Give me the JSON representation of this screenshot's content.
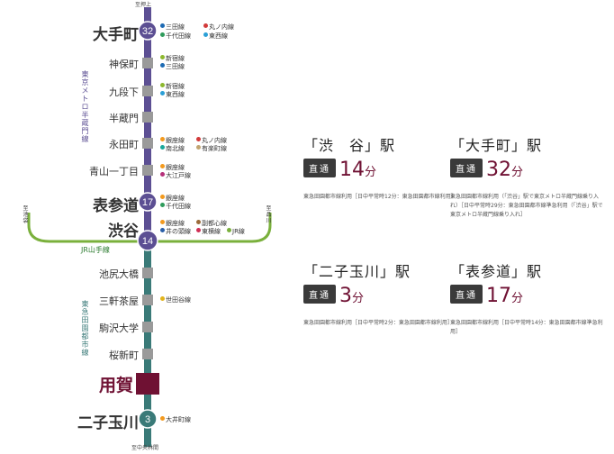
{
  "colors": {
    "hanzomon": "#5c4f93",
    "denentoshi": "#3a7a78",
    "jr_yamanote": "#7ab03c",
    "station_box": "#9a9a9a",
    "yoga": "#6f1133"
  },
  "direction": {
    "top": "至押上",
    "bottom": "至中央林間",
    "left": "至池袋",
    "right": "至品川"
  },
  "line_labels": {
    "hanzomon": "東京メトロ半蔵門線",
    "denentoshi": "東急田園都市線",
    "yamanote": "JR山手線"
  },
  "stations": [
    {
      "name": "大手町",
      "number": "32",
      "transfers": [
        {
          "name": "三田線",
          "color": "#1d6ab3"
        },
        {
          "name": "丸ノ内線",
          "color": "#d23a3a"
        },
        {
          "name": "千代田線",
          "color": "#2e9b5b"
        },
        {
          "name": "東西線",
          "color": "#2a9fd6"
        }
      ]
    },
    {
      "name": "神保町",
      "transfers": [
        {
          "name": "新宿線",
          "color": "#8db82e"
        },
        {
          "name": "三田線",
          "color": "#1d6ab3"
        }
      ]
    },
    {
      "name": "九段下",
      "transfers": [
        {
          "name": "新宿線",
          "color": "#8db82e"
        },
        {
          "name": "東西線",
          "color": "#2a9fd6"
        }
      ]
    },
    {
      "name": "半蔵門",
      "transfers": []
    },
    {
      "name": "永田町",
      "transfers": [
        {
          "name": "銀座線",
          "color": "#f39a1e"
        },
        {
          "name": "丸ノ内線",
          "color": "#d23a3a"
        },
        {
          "name": "南北線",
          "color": "#1aa79a"
        },
        {
          "name": "有楽町線",
          "color": "#c1a470"
        }
      ]
    },
    {
      "name": "青山一丁目",
      "transfers": [
        {
          "name": "銀座線",
          "color": "#f39a1e"
        },
        {
          "name": "大江戸線",
          "color": "#b6307a"
        }
      ]
    },
    {
      "name": "表参道",
      "number": "17",
      "transfers": [
        {
          "name": "銀座線",
          "color": "#f39a1e"
        },
        {
          "name": "千代田線",
          "color": "#2e9b5b"
        }
      ]
    },
    {
      "name": "渋谷",
      "number": "14",
      "transfers": [
        {
          "name": "銀座線",
          "color": "#f39a1e"
        },
        {
          "name": "副都心線",
          "color": "#9b6b3a"
        },
        {
          "name": "井の頭線",
          "color": "#2a5fa8"
        },
        {
          "name": "東横線",
          "color": "#d02f55"
        },
        {
          "name": "JR線",
          "color": "#7ab03c"
        }
      ]
    },
    {
      "name": "池尻大橋",
      "transfers": []
    },
    {
      "name": "三軒茶屋",
      "transfers": [
        {
          "name": "世田谷線",
          "color": "#e2b41c"
        }
      ]
    },
    {
      "name": "駒沢大学",
      "transfers": []
    },
    {
      "name": "桜新町",
      "transfers": []
    },
    {
      "name": "用賀",
      "transfers": []
    },
    {
      "name": "二子玉川",
      "number": "3",
      "transfers": [
        {
          "name": "大井町線",
          "color": "#f39a1e"
        }
      ]
    }
  ],
  "cards": [
    {
      "title": "「渋　谷」駅",
      "badge": "直通",
      "minutes": "14",
      "unit": "分",
      "note": "東急田園都市線利用［日中平常時12分：東急田園都市線利用］"
    },
    {
      "title": "「大手町」駅",
      "badge": "直通",
      "minutes": "32",
      "unit": "分",
      "note": "東急田園都市線利用（「渋谷」駅で東京メトロ半蔵門線乗り入れ）［日中平常時29分：東急田園都市線準急利用（「渋谷」駅で東京メトロ半蔵門線乗り入れ］"
    },
    {
      "title": "「二子玉川」駅",
      "badge": "直通",
      "minutes": "3",
      "unit": "分",
      "note": "東急田園都市線利用［日中平常時2分：東急田園都市線利用］"
    },
    {
      "title": "「表参道」駅",
      "badge": "直通",
      "minutes": "17",
      "unit": "分",
      "note": "東急田園都市線利用［日中平常時14分：東急田園都市線準急利用］"
    }
  ]
}
